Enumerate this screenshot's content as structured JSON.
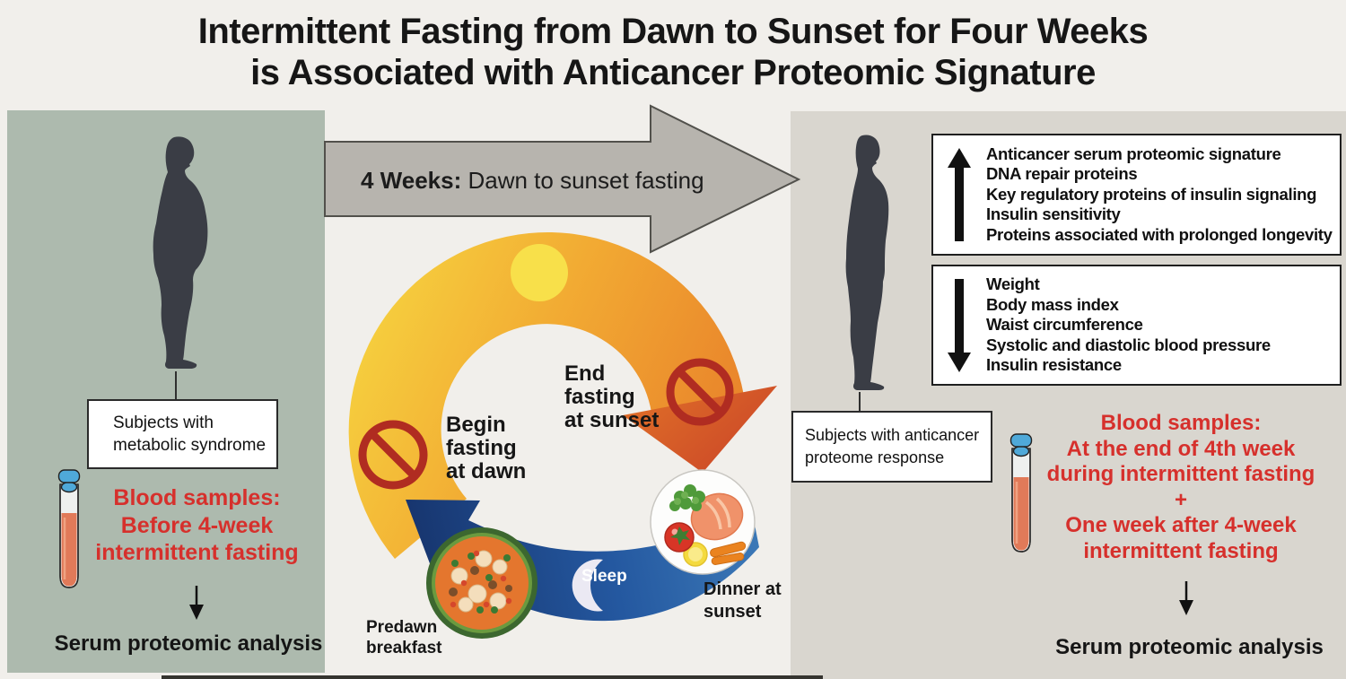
{
  "title": {
    "line1": "Intermittent Fasting from Dawn to Sunset for Four Weeks",
    "line2": "is Associated with Anticancer Proteomic Signature"
  },
  "timeline_arrow": {
    "bold": "4 Weeks:",
    "rest": " Dawn to sunset fasting"
  },
  "cycle": {
    "begin_label": "Begin\nfasting\nat dawn",
    "end_label": "End\nfasting\nat sunset",
    "sleep_label": "Sleep",
    "breakfast_label": "Predawn\nbreakfast",
    "dinner_label": "Dinner at\nsunset"
  },
  "left_panel": {
    "subject_label": "Subjects with\nmetabolic syndrome",
    "blood_samples_heading": "Blood samples:",
    "blood_samples_detail": "Before 4-week\nintermittent fasting",
    "analysis_label": "Serum proteomic analysis"
  },
  "right_panel": {
    "increase_box": {
      "direction": "up",
      "items": [
        "Anticancer serum proteomic signature",
        "DNA repair proteins",
        "Key regulatory proteins of insulin signaling",
        "Insulin sensitivity",
        "Proteins associated with prolonged longevity"
      ]
    },
    "decrease_box": {
      "direction": "down",
      "items": [
        "Weight",
        "Body mass index",
        "Waist circumference",
        "Systolic and diastolic blood pressure",
        "Insulin resistance"
      ]
    },
    "subject_label": "Subjects with anticancer\nproteome response",
    "blood_samples_heading": "Blood samples:",
    "blood_samples_lines": [
      "At the end of 4th week",
      "during intermittent fasting",
      "+",
      "One week after 4-week",
      "intermittent fasting"
    ],
    "analysis_label": "Serum proteomic analysis"
  },
  "colors": {
    "accent_red_text": "#d6302c",
    "left_panel_green": "#adbaae",
    "right_panel_gray": "#d9d6cf",
    "background": "#f1efeb",
    "timeline_arrow_gray": "#b7b4ae",
    "cycle_yellow": "#f6d23f",
    "cycle_orange": "#e8802a",
    "night_blue": "#2458a0",
    "prohibition_red": "#b02c21",
    "silhouette": "#3a3d45"
  }
}
